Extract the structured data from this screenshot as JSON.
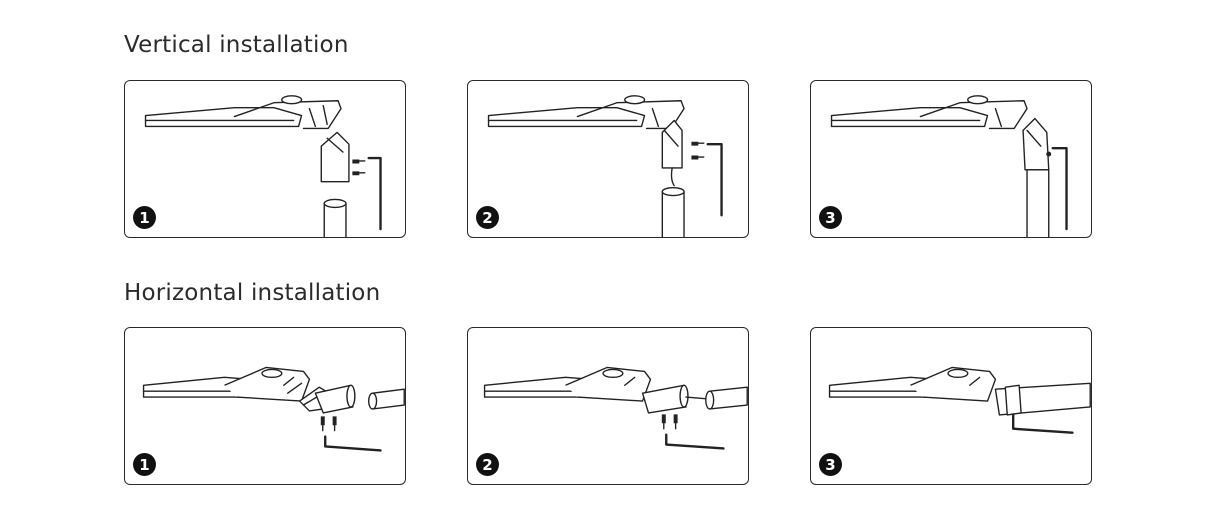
{
  "sections": [
    {
      "title": "Vertical installation",
      "steps": [
        {
          "number": "1",
          "icon": "vertical-step-1-illustration"
        },
        {
          "number": "2",
          "icon": "vertical-step-2-illustration"
        },
        {
          "number": "3",
          "icon": "vertical-step-3-illustration"
        }
      ]
    },
    {
      "title": "Horizontal installation",
      "steps": [
        {
          "number": "1",
          "icon": "horizontal-step-1-illustration"
        },
        {
          "number": "2",
          "icon": "horizontal-step-2-illustration"
        },
        {
          "number": "3",
          "icon": "horizontal-step-3-illustration"
        }
      ]
    }
  ]
}
